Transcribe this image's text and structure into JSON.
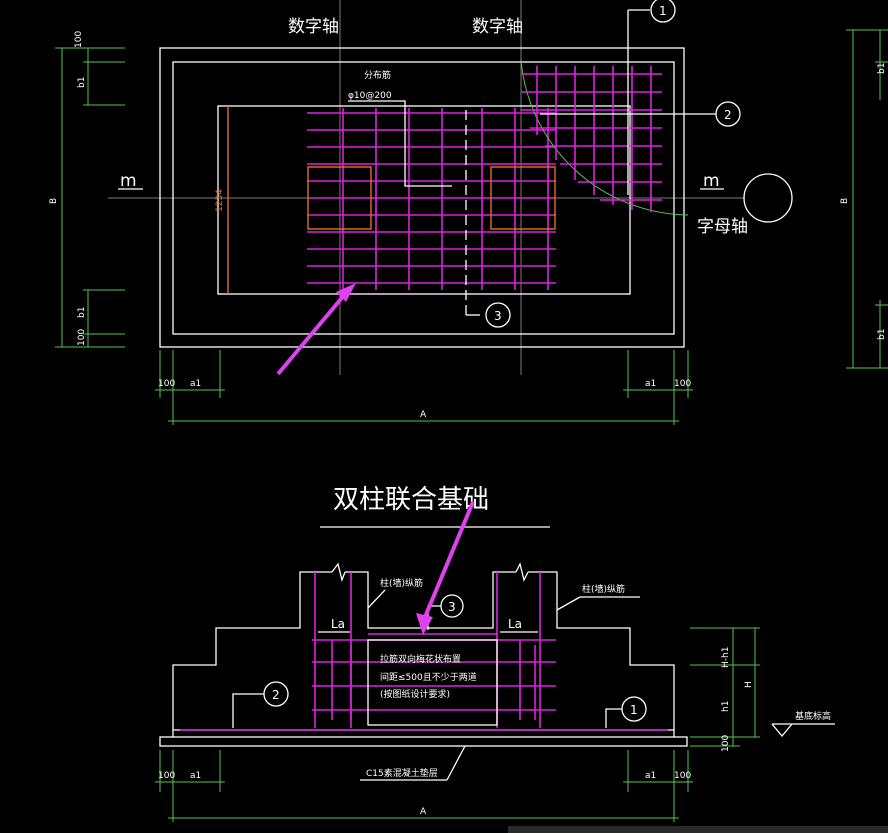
{
  "plan": {
    "axis_num_left": "数字轴",
    "axis_num_right": "数字轴",
    "axis_letter": "字母轴",
    "m_left": "m",
    "m_right": "m",
    "dist_label": "分布筋",
    "dist_spec": "φ10@200",
    "dim_100": "100",
    "dim_b1": "b1",
    "dim_B": "B",
    "dim_a1": "a1",
    "dim_A": "A",
    "orange_dim": "1234",
    "callout_1": "1",
    "callout_2": "2",
    "callout_3": "3"
  },
  "section": {
    "title": "双柱联合基础",
    "col_bar_left": "柱(墙)纵筋",
    "col_bar_right": "柱(墙)纵筋",
    "la_left": "La",
    "la_right": "La",
    "note_1": "拉筋双向梅花状布置",
    "note_2": "间距≤500且不少于两道",
    "note_3": "(按图纸设计要求)",
    "dim_H": "H",
    "dim_Hh1": "H-h1",
    "dim_h1": "h1",
    "dim_100": "100",
    "dim_a1": "a1",
    "dim_A": "A",
    "ground_label": "基底标高",
    "cushion_label": "C15素混凝土垫层",
    "callout_1": "1",
    "callout_2": "2",
    "callout_3": "3"
  },
  "colors": {
    "background": "#000000",
    "lines": "#ffffff",
    "rebar": "#e020e0",
    "column": "#e0702a",
    "axis": "#7a7a7a",
    "arc": "#55c555"
  }
}
